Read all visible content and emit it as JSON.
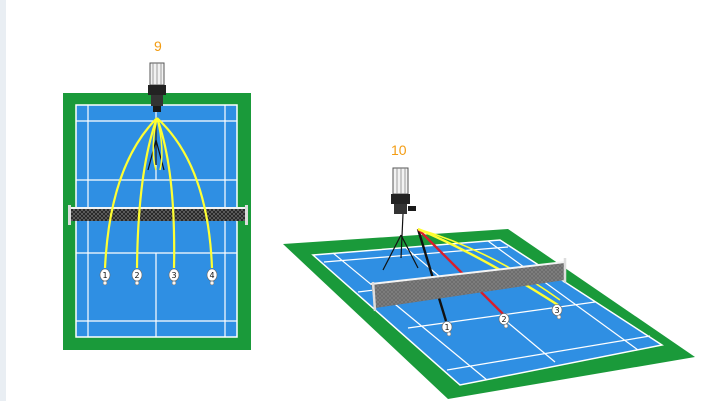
{
  "diagram": {
    "left_label": "9",
    "right_label": "10",
    "left_shuttles": [
      "1",
      "2",
      "3",
      "4"
    ],
    "right_shuttles": [
      "1",
      "2",
      "3"
    ],
    "colors": {
      "outer_green": "#1a9a3a",
      "court_blue": "#2f8fe3",
      "court_line": "#ffffff",
      "trajectory_yellow": "#ffff33",
      "trajectory_black": "#111111",
      "trajectory_red": "#d81e2c",
      "label_orange": "#f39c12"
    },
    "icons": {
      "machine": "shuttle-launcher-icon",
      "shuttle": "shuttlecock-icon"
    }
  }
}
